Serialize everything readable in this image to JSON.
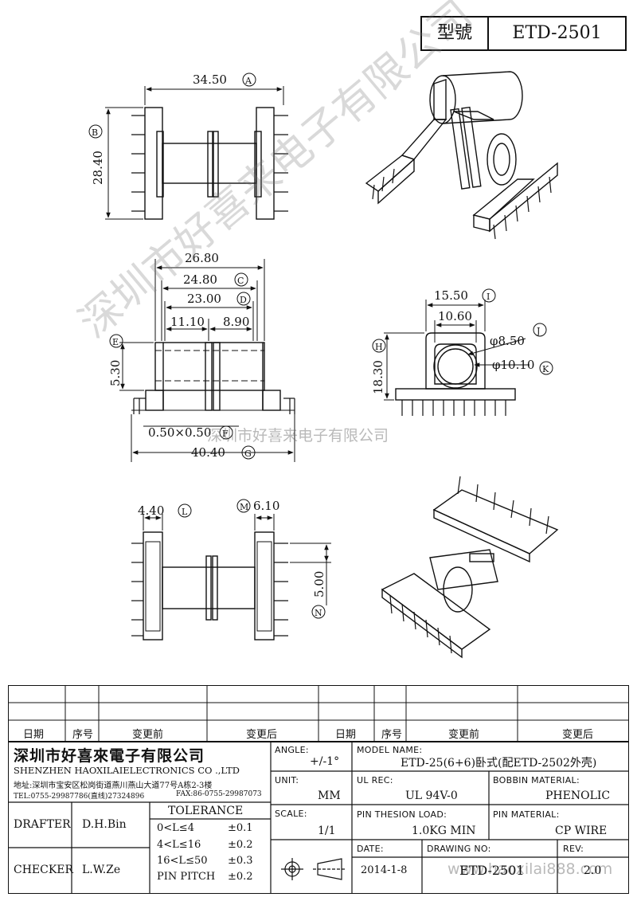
{
  "header": {
    "model_label": "型號",
    "model_value": "ETD-2501"
  },
  "dims": {
    "top_width": "34.50",
    "top_width_tag": "A",
    "top_height": "28.40",
    "top_height_tag": "B",
    "w1": "26.80",
    "w2": "24.80",
    "w2_tag": "C",
    "w3": "23.00",
    "w3_tag": "D",
    "w4": "11.10",
    "w5": "8.90",
    "h1": "5.30",
    "h1_tag": "E",
    "pin": "0.50×0.50",
    "pin_tag": "F",
    "base_width": "40.40",
    "base_width_tag": "G",
    "end_w": "15.50",
    "end_w_tag": "I",
    "end_w2": "10.60",
    "end_h": "18.30",
    "end_h_tag": "H",
    "d1": "φ8.50",
    "d1_tag": "J",
    "d2": "φ10.10",
    "d2_tag": "K",
    "b_w1": "4.40",
    "b_w1_tag": "L",
    "b_w2": "6.10",
    "b_w2_tag": "M",
    "b_pitch": "5.00",
    "b_pitch_tag": "N"
  },
  "watermark": {
    "company": "深圳市好喜来电子有限公司",
    "site": "www.haoxilai888.com"
  },
  "revision_table": {
    "headers": [
      "日期",
      "序号",
      "变更前",
      "变更后",
      "日期",
      "序号",
      "变更前",
      "变更后"
    ]
  },
  "title_block": {
    "company_cn": "深圳市好喜來電子有限公司",
    "company_en": "SHENZHEN HAOXILAIELECTRONICS CO .,LTD",
    "address": "地址:深圳市宝安区松岗街道燕川燕山大道77号A栋2-3楼",
    "tel": "TEL:0755-29987786(直线)27324896",
    "fax": "FAX:86-0755-29987073",
    "drafter_label": "DRAFTER",
    "drafter": "D.H.Bin",
    "checker_label": "CHECKER",
    "checker": "L.W.Ze",
    "tolerance_label": "TOLERANCE",
    "tol": [
      {
        "range": "0<L≤4",
        "value": "±0.1"
      },
      {
        "range": "4<L≤16",
        "value": "±0.2"
      },
      {
        "range": "16<L≤50",
        "value": "±0.3"
      },
      {
        "range": "PIN PITCH",
        "value": "±0.2"
      }
    ],
    "angle_label": "ANGLE:",
    "angle": "+/-1°",
    "unit_label": "UNIT:",
    "unit": "MM",
    "scale_label": "SCALE:",
    "scale": "1/1",
    "model_name_label": "MODEL NAME:",
    "model_name": "ETD-25(6+6)卧式(配ETD-2502外壳)",
    "ul_label": "UL REC:",
    "ul": "UL 94V-0",
    "bobbin_label": "BOBBIN MATERIAL:",
    "bobbin": "PHENOLIC",
    "pin_load_label": "PIN THESION LOAD:",
    "pin_load": "1.0KG MIN",
    "pin_mat_label": "PIN MATERIAL:",
    "pin_mat": "CP  WIRE",
    "date_label": "DATE:",
    "date": "2014-1-8",
    "drawing_label": "DRAWING NO:",
    "drawing": "ETD-2501",
    "rev_label": "REV:",
    "rev": "2.0"
  }
}
